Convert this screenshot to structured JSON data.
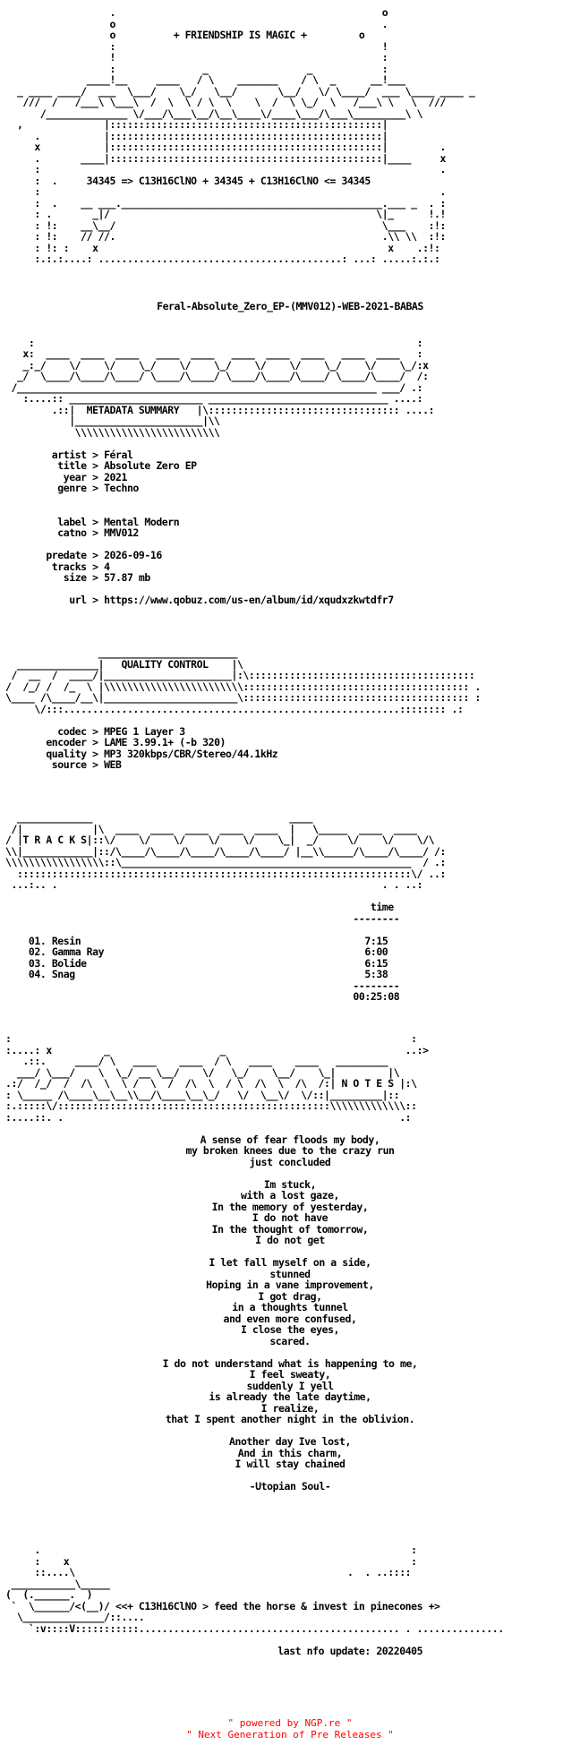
{
  "header": {
    "tagline": "+ FRIENDSHIP IS MAGIC +",
    "formula": "34345 => C13H16ClNO + 34345 + C13H16ClNO <= 34345"
  },
  "release_name": "Feral-Absolute_Zero_EP-(MMV012)-WEB-2021-BABAS",
  "metadata": {
    "section_title": "METADATA SUMMARY",
    "rows": [
      {
        "key": "artist",
        "value": "Féral"
      },
      {
        "key": "title",
        "value": "Absolute Zero EP"
      },
      {
        "key": "year",
        "value": "2021"
      },
      {
        "key": "genre",
        "value": "Techno"
      },
      {
        "key": "label",
        "value": "Mental Modern"
      },
      {
        "key": "catno",
        "value": "MMV012"
      },
      {
        "key": "predate",
        "value": "2026-09-16"
      },
      {
        "key": "tracks",
        "value": "4"
      },
      {
        "key": "size",
        "value": "57.87 mb"
      },
      {
        "key": "url",
        "value": "https://www.qobuz.com/us-en/album/id/xqudxzkwtdfr7"
      }
    ]
  },
  "quality": {
    "section_title": "QUALITY CONTROL",
    "rows": [
      {
        "key": "codec",
        "value": "MPEG 1 Layer 3"
      },
      {
        "key": "encoder",
        "value": "LAME 3.99.1+ (-b 320)"
      },
      {
        "key": "quality",
        "value": "MP3 320kbps/CBR/Stereo/44.1kHz"
      },
      {
        "key": "source",
        "value": "WEB"
      }
    ]
  },
  "tracks": {
    "section_title": "T R A C K S",
    "time_header": "time",
    "total": "00:25:08",
    "items": [
      {
        "num": "01.",
        "name": "Resin",
        "time": "7:15"
      },
      {
        "num": "02.",
        "name": "Gamma Ray",
        "time": "6:00"
      },
      {
        "num": "03.",
        "name": "Bolide",
        "time": "6:15"
      },
      {
        "num": "04.",
        "name": "Snag",
        "time": "5:38"
      }
    ]
  },
  "notes": {
    "section_title": "N O T E S",
    "lines": [
      "A sense of fear floods my body,",
      "my broken knees due to the crazy run",
      "just concluded",
      "",
      "Im stuck,",
      "with a lost gaze,",
      "In the memory of yesterday,",
      "I do not have",
      "In the thought of tomorrow,",
      "I do not get",
      "",
      "I let fall myself on a side,",
      "stunned",
      "Hoping in a vane improvement,",
      "I got drag,",
      "in a thoughts tunnel",
      "and even more confused,",
      "I close the eyes,",
      "scared.",
      "",
      "I do not understand what is happening to me,",
      "I feel sweaty,",
      "suddenly I yell",
      "is already the late daytime,",
      "I realize,",
      "that I spent another night in the oblivion.",
      "",
      "Another day Ive lost,",
      "And in this charm,",
      "I will stay chained",
      "",
      "-Utopian Soul-"
    ]
  },
  "closing": {
    "tagline": "<<+ C13H16ClNO > feed the horse & invest in pinecones +>",
    "update_label": "last nfo update:",
    "update_value": "20220405"
  },
  "footer": {
    "powered": "\" powered by NGP.re \"",
    "subtitle": "\" Next Generation of Pre Releases \""
  },
  "colors": {
    "text": "#000000",
    "footer": "#ff0000",
    "background": "#ffffff"
  }
}
